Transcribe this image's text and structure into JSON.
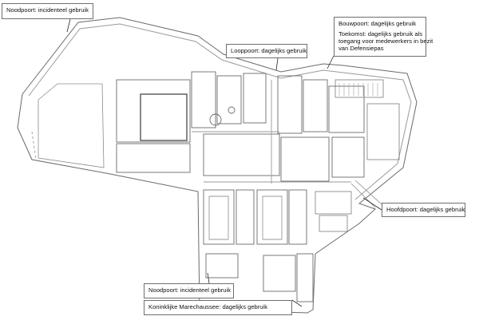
{
  "map": {
    "colors": {
      "outline": "#6a6a6a",
      "detail": "#8c8c8c",
      "leader": "#222222",
      "paper": "#ffffff"
    },
    "callouts": [
      {
        "id": "noodpoort-north",
        "lines": [
          "Noodpoort: incidenteel gebruik"
        ]
      },
      {
        "id": "bouwpoort",
        "lines": [
          "Bouwpoort: dagelijks gebruik",
          "",
          "Toekomst: dagelijks gebruik als",
          "toegang voor medewerkers in bezit",
          "van Defensiepas"
        ]
      },
      {
        "id": "looppoort",
        "lines": [
          "Looppoort: dagelijks gebruik"
        ]
      },
      {
        "id": "hoofdpoort",
        "lines": [
          "Hoofdpoort: dagelijks gebruik"
        ]
      },
      {
        "id": "noodpoort-south",
        "lines": [
          "Noodpoort: incidenteel gebruik"
        ]
      },
      {
        "id": "marechaussee",
        "lines": [
          "Koninklijke Marechaussee: dagelijks gebruik"
        ]
      }
    ]
  }
}
